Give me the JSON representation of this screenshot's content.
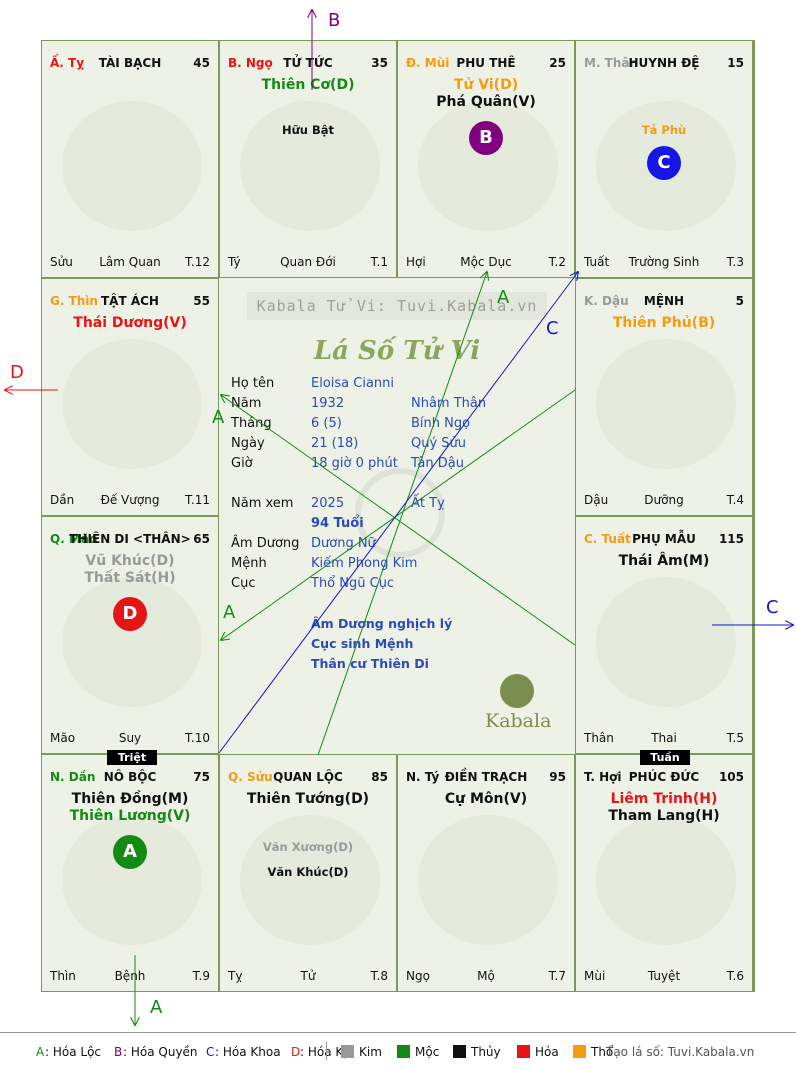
{
  "colors": {
    "green": "#138a13",
    "purple": "#800080",
    "blue": "#1515c8",
    "red": "#e61515",
    "orange": "#f39c12",
    "gray": "#999999",
    "black": "#111111",
    "info_blue": "#2a4bb5"
  },
  "cells": [
    {
      "can": "Ấ. Tỵ",
      "can_color": "#e61515",
      "palace": "TÀI BẠCH",
      "num": "45",
      "stars": [],
      "foot": [
        "Sửu",
        "Lâm Quan",
        "T.12"
      ]
    },
    {
      "can": "B. Ngọ",
      "can_color": "#e61515",
      "palace": "TỬ TỨC",
      "num": "35",
      "stars": [
        {
          "t": "Thiên Cơ(D)",
          "c": "#138a13",
          "k": "major"
        },
        {
          "t": "Hữu Bật",
          "c": "#111111",
          "k": "minor"
        }
      ],
      "foot": [
        "Tý",
        "Quan Đới",
        "T.1"
      ]
    },
    {
      "can": "Đ. Mùi",
      "can_color": "#f39c12",
      "palace": "PHU THÊ",
      "num": "25",
      "stars": [
        {
          "t": "Tử Vi(D)",
          "c": "#f39c12",
          "k": "major"
        },
        {
          "t": "Phá Quân(V)",
          "c": "#111111",
          "k": "major"
        }
      ],
      "foot": [
        "Hợi",
        "Mộc Dục",
        "T.2"
      ],
      "badge": "B",
      "badge_color": "#800080"
    },
    {
      "can": "M. Thân",
      "can_color": "#999999",
      "palace": "HUYNH ĐỆ",
      "num": "15",
      "stars": [
        {
          "t": "Tả Phù",
          "c": "#f39c12",
          "k": "minor"
        }
      ],
      "foot": [
        "Tuất",
        "Trường Sinh",
        "T.3"
      ],
      "badge": "C",
      "badge_color": "#1515e6"
    },
    {
      "can": "G. Thìn",
      "can_color": "#f39c12",
      "palace": "TẬT ÁCH",
      "num": "55",
      "stars": [
        {
          "t": "Thái Dương(V)",
          "c": "#e61515",
          "k": "major"
        }
      ],
      "foot": [
        "Dần",
        "Đế Vượng",
        "T.11"
      ]
    },
    {
      "can": "K. Dậu",
      "can_color": "#999999",
      "palace": "MỆNH",
      "num": "5",
      "stars": [
        {
          "t": "Thiên Phủ(B)",
          "c": "#f39c12",
          "k": "major"
        }
      ],
      "foot": [
        "Dậu",
        "Dưỡng",
        "T.4"
      ]
    },
    {
      "can": "Q. Mão",
      "can_color": "#138a13",
      "palace": "THIÊN DI <THÂN>",
      "num": "65",
      "stars": [
        {
          "t": "Vũ Khúc(D)",
          "c": "#999999",
          "k": "major"
        },
        {
          "t": "Thất Sát(H)",
          "c": "#999999",
          "k": "major"
        }
      ],
      "foot": [
        "Mão",
        "Suy",
        "T.10"
      ],
      "badge": "D",
      "badge_color": "#e61515"
    },
    {
      "can": "C. Tuất",
      "can_color": "#f39c12",
      "palace": "PHỤ MẪU",
      "num": "115",
      "stars": [
        {
          "t": "Thái Âm(M)",
          "c": "#111111",
          "k": "major"
        }
      ],
      "foot": [
        "Thân",
        "Thai",
        "T.5"
      ]
    },
    {
      "can": "N. Dần",
      "can_color": "#138a13",
      "palace": "NÔ BỘC",
      "num": "75",
      "stars": [
        {
          "t": "Thiên Đồng(M)",
          "c": "#111111",
          "k": "major"
        },
        {
          "t": "Thiên Lương(V)",
          "c": "#138a13",
          "k": "major"
        }
      ],
      "foot": [
        "Thìn",
        "Bệnh",
        "T.9"
      ],
      "badge": "A",
      "badge_color": "#138a13"
    },
    {
      "can": "Q. Sửu",
      "can_color": "#f39c12",
      "palace": "QUAN LỘC",
      "num": "85",
      "stars": [
        {
          "t": "Thiên Tướng(D)",
          "c": "#111111",
          "k": "major"
        },
        {
          "t": "Văn Xương(D)",
          "c": "#999999",
          "k": "minor"
        },
        {
          "t": "Văn Khúc(D)",
          "c": "#111111",
          "k": "minor"
        }
      ],
      "foot": [
        "Tỵ",
        "Tử",
        "T.8"
      ]
    },
    {
      "can": "N. Tý",
      "can_color": "#111111",
      "palace": "ĐIỀN TRẠCH",
      "num": "95",
      "stars": [
        {
          "t": "Cự Môn(V)",
          "c": "#111111",
          "k": "major"
        }
      ],
      "foot": [
        "Ngọ",
        "Mộ",
        "T.7"
      ]
    },
    {
      "can": "T. Hợi",
      "can_color": "#111111",
      "palace": "PHÚC ĐỨC",
      "num": "105",
      "stars": [
        {
          "t": "Liêm Trinh(H)",
          "c": "#e61515",
          "k": "major"
        },
        {
          "t": "Tham Lang(H)",
          "c": "#111111",
          "k": "major"
        }
      ],
      "foot": [
        "Mùi",
        "Tuyệt",
        "T.6"
      ]
    }
  ],
  "tags": {
    "triet": "Triệt",
    "tuan": "Tuần"
  },
  "center": {
    "watermark": "Kabala Tử Vi: Tuvi.Kabala.vn",
    "title": "Lá Số Tử Vi",
    "rows": [
      {
        "label": "Họ tên",
        "value": "Eloisa Cianni",
        "extra": ""
      },
      {
        "label": "Năm",
        "value": "1932",
        "extra": "Nhâm Thân"
      },
      {
        "label": "Tháng",
        "value": "6  (5)",
        "extra": "Bính Ngọ"
      },
      {
        "label": "Ngày",
        "value": "21  (18)",
        "extra": "Quý Sửu"
      },
      {
        "label": "Giờ",
        "value": "18 giờ 0 phút",
        "extra": "Tân Dậu"
      },
      {
        "label": "Năm xem",
        "value": "2025",
        "extra": "Ất Tỵ"
      },
      {
        "label": "",
        "value": "94 Tuổi",
        "extra": ""
      },
      {
        "label": "Âm Dương",
        "value": "Dương Nữ",
        "extra": ""
      },
      {
        "label": "Mệnh",
        "value": "Kiếm Phong Kim",
        "extra": ""
      },
      {
        "label": "Cục",
        "value": "Thổ Ngũ Cục",
        "extra": ""
      }
    ],
    "notes": [
      "Âm Dương nghịch lý",
      "Cục sinh Mệnh",
      "Thân cư Thiên Di"
    ],
    "brand": "Kabala"
  },
  "arrow_labels": {
    "A": "A",
    "B": "B",
    "C": "C",
    "D": "D"
  },
  "legend": {
    "hoa": [
      {
        "letter": "A",
        "text": ": Hóa Lộc",
        "color": "#138a13"
      },
      {
        "letter": "B",
        "text": ": Hóa Quyền",
        "color": "#800080"
      },
      {
        "letter": "C",
        "text": ": Hóa Khoa",
        "color": "#1515c8"
      },
      {
        "letter": "D",
        "text": ": Hóa Kị",
        "color": "#e61515"
      }
    ],
    "elements": [
      {
        "name": "Kim",
        "color": "#999999"
      },
      {
        "name": "Mộc",
        "color": "#138a13"
      },
      {
        "name": "Thủy",
        "color": "#111111"
      },
      {
        "name": "Hỏa",
        "color": "#e61515"
      },
      {
        "name": "Thổ",
        "color": "#f39c12"
      }
    ],
    "credit": "Tạo lá số: Tuvi.Kabala.vn"
  }
}
